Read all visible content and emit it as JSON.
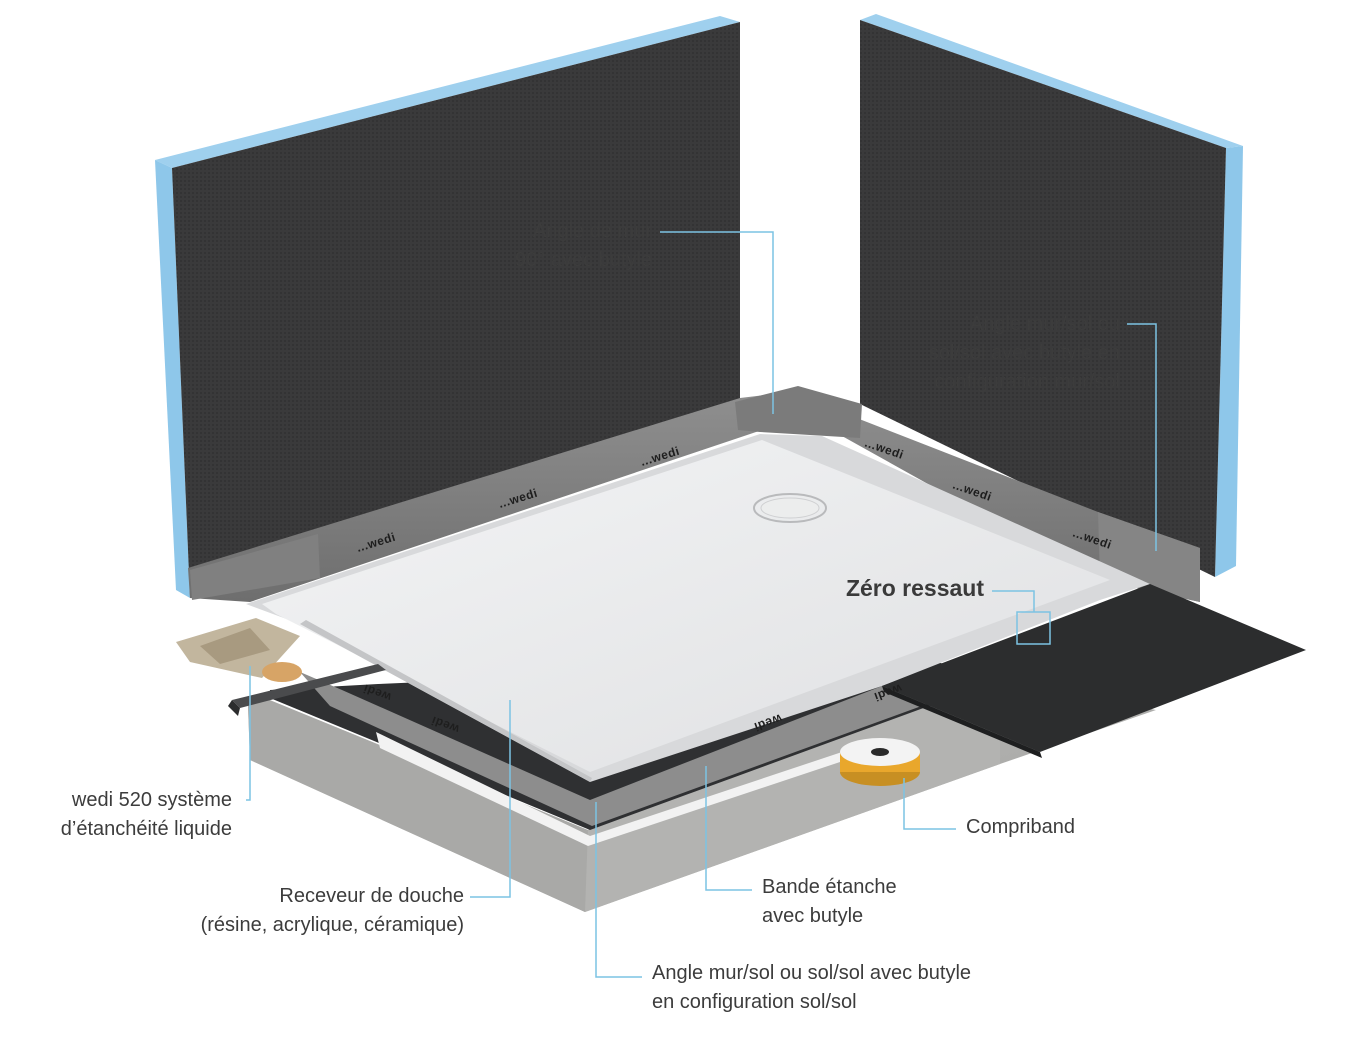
{
  "labels": {
    "wall_corner": [
      "Angle de mur",
      "90° avec butyle"
    ],
    "wall_floor_corner": [
      "Angle mur/sol ou",
      "sol/sol avec butyle en",
      "configuration mur/sol"
    ],
    "zero_threshold": "Zéro ressaut",
    "liquid_membrane": [
      "wedi 520 système",
      "d’étanchéité liquide"
    ],
    "shower_tray": [
      "Receveur de douche",
      "(résine, acrylique, céramique)"
    ],
    "compriband": "Compriband",
    "sealing_tape": [
      "Bande étanche",
      "avec butyle"
    ],
    "floor_floor_corner": [
      "Angle mur/sol ou sol/sol avec butyle",
      "en configuration sol/sol"
    ]
  },
  "brand_marks": [
    "...wedi",
    "...wedi",
    "...wedi",
    "...wedi",
    "...wedi",
    "...wedi",
    "wedi",
    "wedi",
    "wedi",
    "wedi"
  ],
  "colors": {
    "board_dark": "#3a3a3b",
    "board_edge_blue": "#8ec7ea",
    "leader_line": "#7cc3e3",
    "tape_grey": "#8a8a8a",
    "tray_white": "#eeeff0",
    "concrete": "#b8b8b6",
    "slate": "#2c2d2e",
    "compriband_yellow": "#e9a72c"
  }
}
